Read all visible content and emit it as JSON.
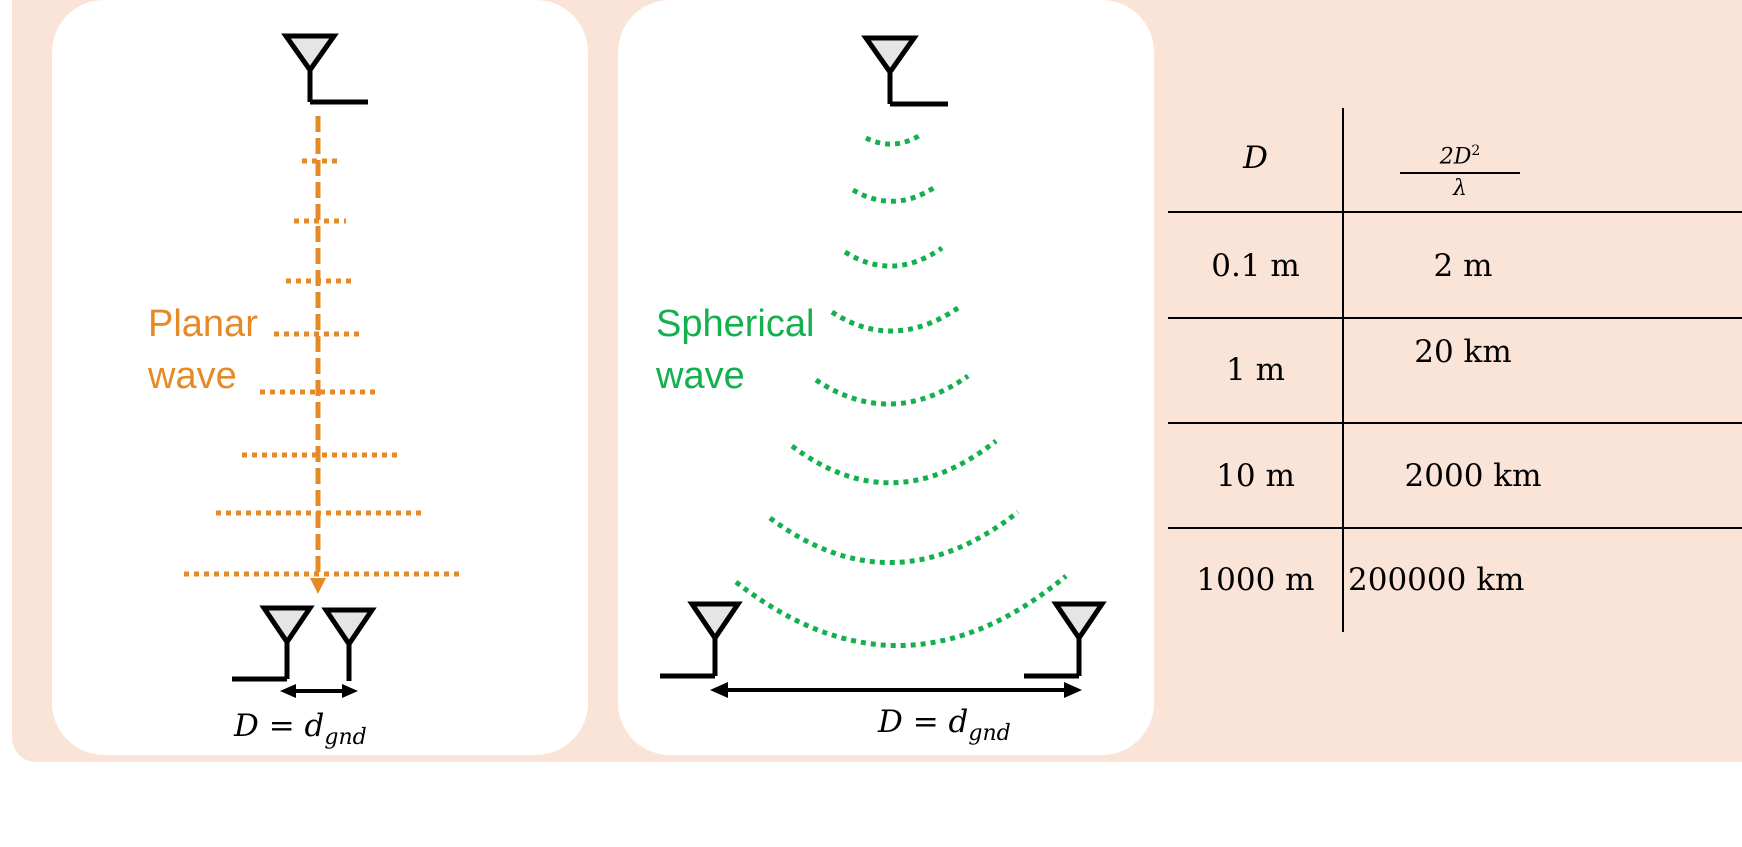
{
  "left_panel": {
    "label_line1": "Planar",
    "label_line2": "wave",
    "formula_lhs": "D = d",
    "formula_sub": "gnd",
    "wave_color": "#e58a26"
  },
  "right_panel": {
    "label_line1": "Spherical",
    "label_line2": "wave",
    "formula_lhs": "D =  d",
    "formula_sub": "gnd",
    "wave_color": "#14b04e"
  },
  "table": {
    "header_col1": "D",
    "header_col2_num": "2D",
    "header_col2_sup": "2",
    "header_col2_den": "λ",
    "rows": [
      {
        "d": "0.1 m",
        "ratio": "2 m"
      },
      {
        "d": "1 m",
        "ratio": "20 km"
      },
      {
        "d": "10 m",
        "ratio": "2000 km"
      },
      {
        "d": "1000 m",
        "ratio": "200000 km"
      }
    ]
  }
}
